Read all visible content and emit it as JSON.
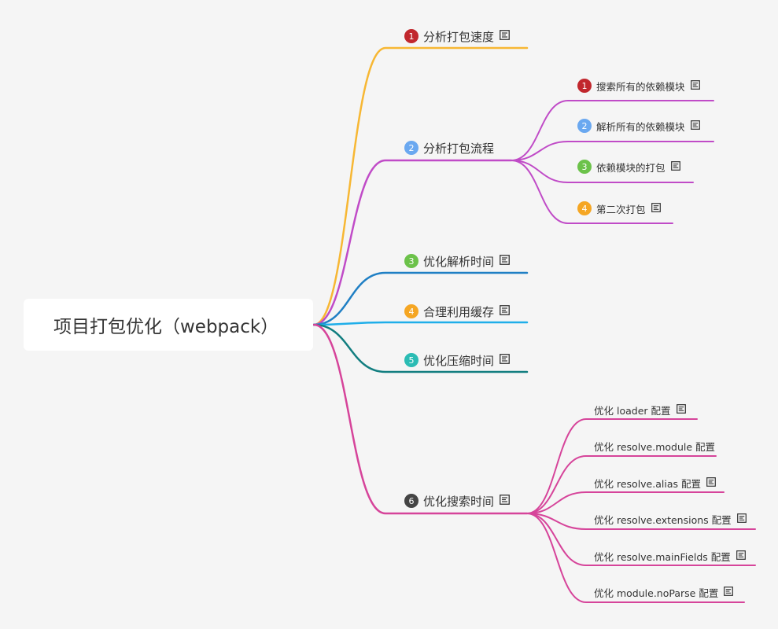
{
  "root": {
    "label": "项目打包优化（webpack）"
  },
  "colors": {
    "badge_red": "#c1272d",
    "badge_blue": "#6aa8f0",
    "badge_green": "#6cc24a",
    "badge_orange": "#f5a623",
    "badge_teal": "#2bbcb4",
    "badge_dark": "#444444",
    "branch_1": "#f7b733",
    "branch_2": "#c04bc7",
    "branch_3": "#1f7fc4",
    "branch_4": "#1faee9",
    "branch_5": "#127e80",
    "branch_6": "#d6449a"
  },
  "branches": [
    {
      "badge": "1",
      "label": "分析打包速度",
      "icon": "note-icon"
    },
    {
      "badge": "2",
      "label": "分析打包流程",
      "children": [
        {
          "badge": "1",
          "label": "搜索所有的依赖模块",
          "icon": "note-icon"
        },
        {
          "badge": "2",
          "label": "解析所有的依赖模块",
          "icon": "note-icon"
        },
        {
          "badge": "3",
          "label": "依赖模块的打包",
          "icon": "note-icon"
        },
        {
          "badge": "4",
          "label": "第二次打包",
          "icon": "note-icon"
        }
      ]
    },
    {
      "badge": "3",
      "label": "优化解析时间",
      "icon": "note-icon"
    },
    {
      "badge": "4",
      "label": "合理利用缓存",
      "icon": "note-icon"
    },
    {
      "badge": "5",
      "label": "优化压缩时间",
      "icon": "note-icon"
    },
    {
      "badge": "6",
      "label": "优化搜索时间",
      "icon": "note-icon",
      "children": [
        {
          "label": "优化 loader 配置",
          "icon": "note-icon"
        },
        {
          "label": "优化 resolve.module 配置"
        },
        {
          "label": "优化 resolve.alias 配置",
          "icon": "note-icon"
        },
        {
          "label": "优化 resolve.extensions 配置",
          "icon": "note-icon"
        },
        {
          "label": "优化 resolve.mainFields 配置",
          "icon": "note-icon"
        },
        {
          "label": "优化 module.noParse 配置",
          "icon": "note-icon"
        }
      ]
    }
  ]
}
